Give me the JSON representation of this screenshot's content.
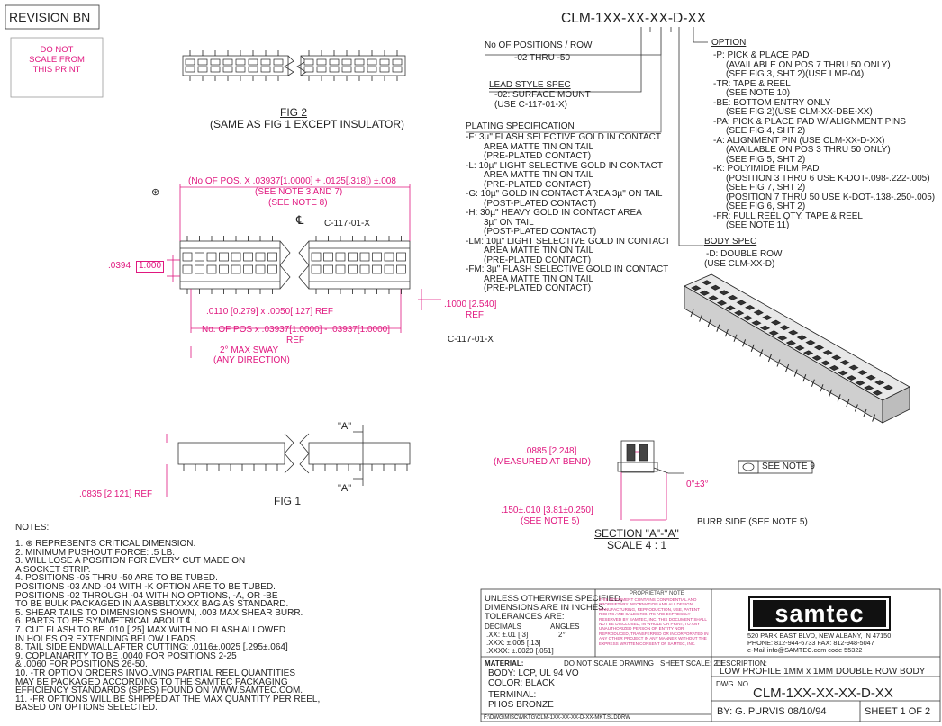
{
  "revision": "REVISION BN",
  "do_not_scale": [
    "DO NOT",
    "SCALE FROM",
    "THIS PRINT"
  ],
  "part_number": "CLM-1XX-XX-XX-D-XX",
  "positions": {
    "title": "No OF POSITIONS / ROW",
    "value": "-02 THRU -50"
  },
  "lead_style": {
    "title": "LEAD STYLE SPEC",
    "lines": [
      "-02: SURFACE MOUNT",
      "(USE C-117-01-X)"
    ]
  },
  "plating": {
    "title": "PLATING SPECIFICATION",
    "lines": [
      "-F: 3µ\" FLASH SELECTIVE GOLD IN CONTACT",
      "AREA MATTE TIN ON TAIL",
      "(PRE-PLATED CONTACT)",
      "-L: 10µ\" LIGHT SELECTIVE GOLD IN CONTACT",
      "AREA MATTE TIN ON TAIL",
      "(PRE-PLATED CONTACT)",
      "-G: 10µ\" GOLD IN CONTACT AREA 3µ\" ON TAIL",
      "(POST-PLATED CONTACT)",
      "-H: 30µ\" HEAVY GOLD IN CONTACT AREA",
      "3µ\" ON TAIL",
      "(POST-PLATED CONTACT)",
      "-LM: 10µ\" LIGHT SELECTIVE GOLD IN CONTACT",
      "AREA MATTE TIN ON TAIL",
      "(PRE-PLATED CONTACT)",
      "-FM: 3µ\" FLASH SELECTIVE GOLD IN CONTACT",
      "AREA MATTE TIN ON TAIL",
      "(PRE-PLATED CONTACT)"
    ]
  },
  "option": {
    "title": "OPTION",
    "lines": [
      "-P: PICK & PLACE PAD",
      "(AVAILABLE ON POS 7 THRU 50 ONLY)",
      "(SEE FIG 3, SHT 2)(USE LMP-04)",
      "-TR: TAPE & REEL",
      "(SEE NOTE 10)",
      "-BE: BOTTOM ENTRY ONLY",
      "(SEE FIG 2)(USE CLM-XX-DBE-XX)",
      "-PA: PICK & PLACE PAD W/ ALIGNMENT PINS",
      "(SEE FIG 4, SHT 2)",
      "-A: ALIGNMENT PIN (USE CLM-XX-D-XX)",
      "(AVAILABLE ON POS 3 THRU 50 ONLY)",
      "(SEE FIG 5, SHT 2)",
      "-K: POLYIMIDE FILM PAD",
      "(POSITION 3 THRU 6 USE K-DOT-.098-.222-.005)",
      "(SEE FIG 7, SHT 2)",
      "(POSITION 7 THRU 50 USE K-DOT-.138-.250-.005)",
      "(SEE FIG 6, SHT 2)",
      "-FR: FULL REEL QTY. TAPE & REEL",
      "(SEE NOTE 11)"
    ]
  },
  "body_spec": {
    "title": "BODY SPEC",
    "lines": [
      "-D: DOUBLE ROW",
      "(USE CLM-XX-D)"
    ]
  },
  "fig2": {
    "title": "FIG 2",
    "subtitle": "(SAME AS FIG 1 EXCEPT INSULATOR)"
  },
  "fig1": {
    "title": "FIG 1"
  },
  "dims": {
    "pos_formula": "(No OF POS. X .03937[1.0000] + .0125[.318]) ±.008",
    "see_note_3_7": "(SEE NOTE 3 AND 7)",
    "see_note_8": "(SEE NOTE 8)",
    "c117_a": "C-117-01-X",
    "c117_b": "C-117-01-X",
    "d0394": ".0394",
    "d1000": "1.000",
    "d1000b": ".1000 [2.540]",
    "ref1": "REF",
    "d0110": ".0110 [0.279] x .0050[.127] REF",
    "pos_pitch": "No. OF POS x .03937[1.0000] - .03937[1.0000]",
    "ref2": "REF",
    "sway": "2° MAX SWAY",
    "sway2": "(ANY DIRECTION)",
    "d0835": ".0835 [2.121]  REF",
    "a1": "\"A\"",
    "a2": "\"A\"",
    "d0885": ".0885 [2.248]",
    "measured": "(MEASURED AT BEND)",
    "angle": "0°±3°",
    "see_note_9": "SEE NOTE 9",
    "d150": ".150±.010 [3.81±0.250]",
    "see_note_5": "(SEE NOTE 5)",
    "burr": "BURR SIDE (SEE NOTE 5)",
    "section": "SECTION \"A\"-\"A\"",
    "scale": "SCALE 4 : 1"
  },
  "notes": {
    "title": "NOTES:",
    "lines": [
      "1. ⊛ REPRESENTS CRITICAL DIMENSION.",
      "2. MINIMUM PUSHOUT FORCE: .5 LB.",
      "3. WILL LOSE A POSITION FOR EVERY CUT MADE ON",
      "    A SOCKET STRIP.",
      "4. POSITIONS -05 THRU -50 ARE TO BE TUBED.",
      "    POSITIONS -03 AND -04 WITH -K OPTION ARE TO BE TUBED.",
      "    POSITIONS -02 THROUGH -04 WITH NO OPTIONS, -A, OR -BE",
      "    TO BE BULK PACKAGED IN A ASBBLTXXXX BAG AS STANDARD.",
      "5. SHEAR TAILS TO DIMENSIONS SHOWN, .003 MAX SHEAR BURR.",
      "6. PARTS TO BE SYMMETRICAL ABOUT ℄ .",
      "7. CUT FLASH TO BE .010 [.25] MAX WITH NO FLASH ALLOWED",
      "    IN HOLES OR EXTENDING BELOW LEADS.",
      "8. TAIL SIDE ENDWALL AFTER CUTTING: .0116±.0025 [.295±.064]",
      "9. COPLANARITY TO BE .0040 FOR POSITIONS 2-25",
      "    & .0060 FOR POSITIONS 26-50.",
      "10. -TR OPTION ORDERS INVOLVING PARTIAL REEL QUANTITIES",
      "    MAY BE PACKAGED ACCORDING TO THE SAMTEC PACKAGING",
      "    EFFICIENCY STANDARDS (SPES) FOUND ON WWW.SAMTEC.COM.",
      "11. -FR OPTIONS WILL BE SHIPPED AT THE MAX QUANTITY PER REEL,",
      "    BASED ON OPTIONS SELECTED."
    ]
  },
  "title_block": {
    "unless": [
      "UNLESS OTHERWISE SPECIFIED,",
      "DIMENSIONS ARE IN INCHES.",
      "TOLERANCES ARE:"
    ],
    "decimals": "DECIMALS",
    "angles": "ANGLES",
    "tol": [
      ".XX: ±.01 [.3]",
      ".XXX: ±.005 [.13]",
      ".XXXX: ±.0020 [.051]"
    ],
    "angle_tol": "2°",
    "proprietary_title": "PROPRIETARY NOTE",
    "proprietary_text": "THIS DOCUMENT CONTAINS CONFIDENTIAL AND PROPRIETARY INFORMATION AND ALL DESIGN, MANUFACTURING, REPRODUCTION, USE, PATENT RIGHTS AND SALES RIGHTS ARE EXPRESSLY RESERVED BY SAMTEC, INC. THIS DOCUMENT SHALL NOT BE DISCLOSED, IN WHOLE OR PRINT, TO ANY UNAUTHORIZED PERSON OR ENTITY NOR REPRODUCED, TRANSFERRED OR INCORPORATED IN ANY OTHER PROJECT IN ANY MANNER WITHOUT THE EXPRESS WRITTEN CONSENT OF SAMTEC, INC.",
    "logo": "samtec",
    "address": "520 PARK EAST BLVD, NEW ALBANY, IN 47150",
    "phone": "PHONE: 812-944-6733      FAX: 812-948-5047",
    "email": "e-Mail  info@SAMTEC.com     code  55322",
    "material_label": "MATERIAL:",
    "dont_scale": "DO NOT  SCALE DRAWING",
    "sheet_scale": "SHEET SCALE: 2:1",
    "material": [
      "BODY: LCP, UL 94 VO",
      "COLOR: BLACK"
    ],
    "terminal": [
      "TERMINAL:",
      "PHOS BRONZE"
    ],
    "desc_label": "DESCRIPTION:",
    "desc": "LOW PROFILE 1MM x 1MM DOUBLE ROW BODY",
    "dwg_label": "DWG. NO.",
    "dwg": "CLM-1XX-XX-XX-D-XX",
    "path": "F:\\DWG\\MISC\\MKTG\\CLM-1XX-XX-XX-D-XX-MKT.SLDDRW",
    "by": "BY:   G. PURVIS   08/10/94",
    "sheet": "SHEET 1 OF 2"
  }
}
